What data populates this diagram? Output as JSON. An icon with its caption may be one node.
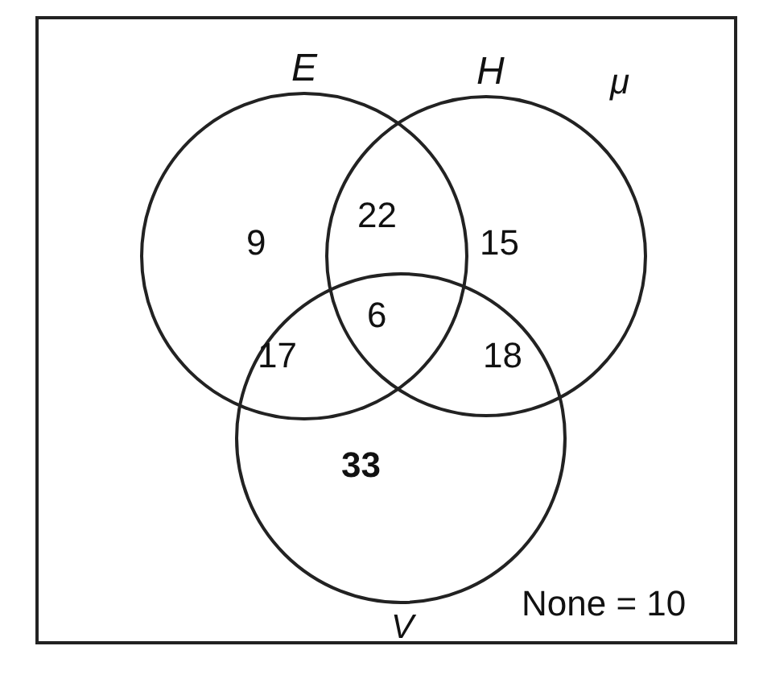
{
  "diagram": {
    "nodes": [
      {
        "text": [
          "μ",
          "None = 10"
        ]
      },
      {
        "text": [
          "E"
        ],
        "in": 0
      },
      {
        "text": [
          "H"
        ],
        "in": 0
      },
      {
        "text": [
          "V"
        ],
        "in": 0
      }
    ],
    "labels": [
      "9",
      "22",
      "15",
      "6",
      "17",
      "18",
      "33"
    ]
  }
}
